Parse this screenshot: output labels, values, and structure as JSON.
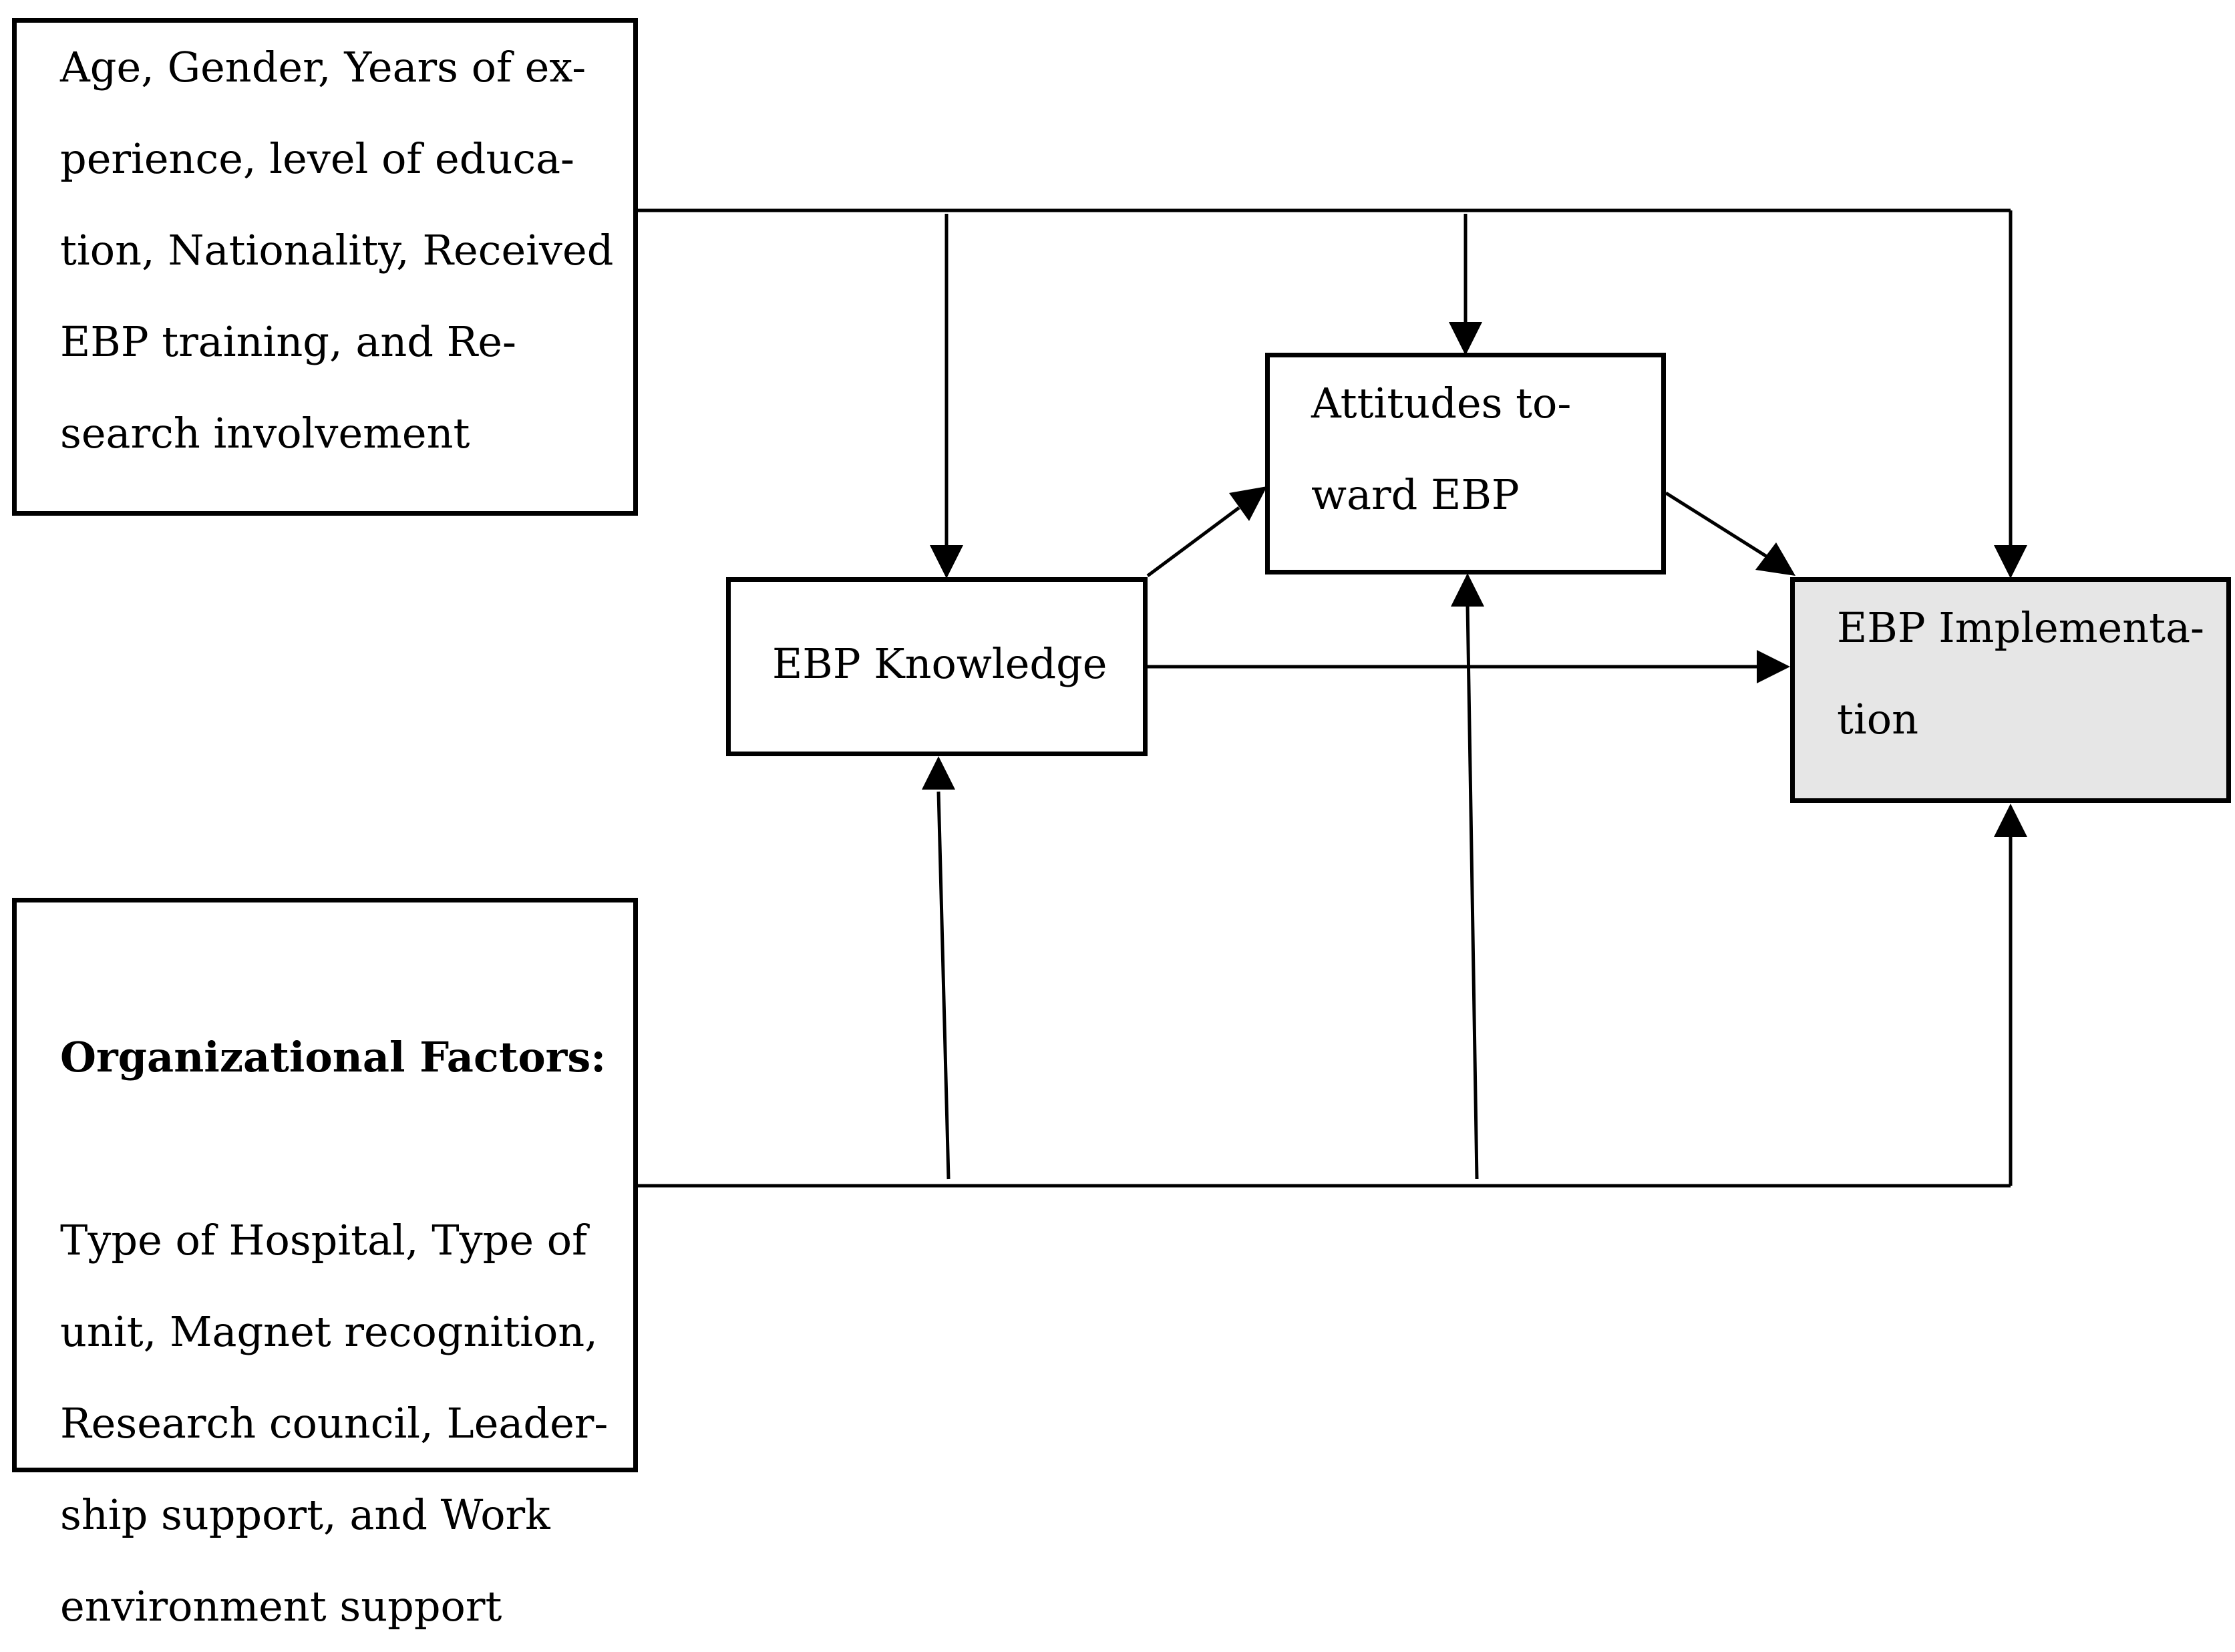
{
  "diagram": {
    "nodes": {
      "demographics": {
        "text": "Age, Gender, Years of ex-\nperience, level of educa-\ntion, Nationality, Received\nEBP training, and Re-\nsearch involvement"
      },
      "organizational": {
        "heading": "Organizational Factors:",
        "text": "Type of Hospital, Type of\nunit, Magnet recognition,\nResearch council, Leader-\nship support, and Work\nenvironment support"
      },
      "knowledge": {
        "text": "EBP Knowledge"
      },
      "attitudes": {
        "text": "Attitudes to-\nward EBP"
      },
      "implementation": {
        "text": "EBP Implementa-\ntion"
      }
    },
    "edges": [
      {
        "from": "demographics",
        "to": "knowledge"
      },
      {
        "from": "demographics",
        "to": "attitudes"
      },
      {
        "from": "demographics",
        "to": "implementation"
      },
      {
        "from": "organizational",
        "to": "knowledge"
      },
      {
        "from": "organizational",
        "to": "attitudes"
      },
      {
        "from": "organizational",
        "to": "implementation"
      },
      {
        "from": "knowledge",
        "to": "attitudes"
      },
      {
        "from": "knowledge",
        "to": "implementation"
      },
      {
        "from": "attitudes",
        "to": "implementation"
      }
    ]
  }
}
